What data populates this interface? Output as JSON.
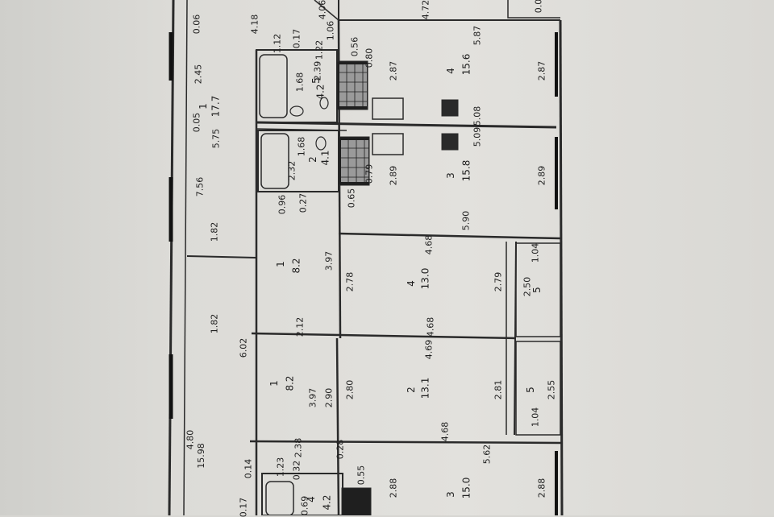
{
  "plan": {
    "dims": {
      "d_406": "4.06",
      "d_472": "4.72",
      "d_418": "4.18",
      "d_006a": "0.06",
      "d_106": "1.06",
      "d_587": "5.87",
      "d_112": "1.12",
      "d_017": "0.17",
      "d_122": "1.22",
      "d_056": "0.56",
      "d_080": "0.80",
      "d_287a": "2.87",
      "d_287b": "2.87",
      "d_245": "2.45",
      "d_168a": "1.68",
      "d_239": "2.39",
      "d_508": "5.08",
      "d_005": "0.05",
      "d_575": "5.75",
      "d_509": "5.09",
      "d_079": "0.79",
      "d_289a": "2.89",
      "d_289b": "2.89",
      "d_756": "7.56",
      "d_232": "2.32",
      "d_096": "0.96",
      "d_027": "0.27",
      "d_065": "0.65",
      "d_590": "5.90",
      "d_182a": "1.82",
      "d_468a": "4.68",
      "d_104a": "1.04",
      "d_397": "3.97",
      "d_278": "2.78",
      "d_279": "2.79",
      "d_250": "2.50",
      "d_182b": "1.82",
      "d_212": "2.12",
      "d_468b": "4.68",
      "d_602": "6.02",
      "d_469": "4.69",
      "d_397b": "3.97",
      "d_290": "2.90",
      "d_280": "2.80",
      "d_281": "2.81",
      "d_255": "2.55",
      "d_468c": "4.68",
      "d_104b": "1.04",
      "d_480": "4.80",
      "d_1598": "15.98",
      "d_238": "2.38",
      "d_028": "0.28",
      "d_562": "5.62",
      "d_014": "0.14",
      "d_123": "1.23",
      "d_032": "0.32",
      "d_055": "0.55",
      "d_288a": "2.88",
      "d_288b": "2.88",
      "d_069": "0.69",
      "d_017b": "0.17",
      "d_168b": "1.68"
    },
    "rooms": [
      {
        "num": "1",
        "area": "17.7"
      },
      {
        "num": "5",
        "area": "4.2"
      },
      {
        "num": "4",
        "area": "15.6"
      },
      {
        "num": "2",
        "area": "4.1"
      },
      {
        "num": "3",
        "area": "15.8"
      },
      {
        "num": "1",
        "area": "8.2"
      },
      {
        "num": "4",
        "area": "13.0"
      },
      {
        "num": "5",
        "area": ""
      },
      {
        "num": "1",
        "area": "8.2"
      },
      {
        "num": "2",
        "area": "13.1"
      },
      {
        "num": "5",
        "area": ""
      },
      {
        "num": "3",
        "area": "15.0"
      },
      {
        "num": "4",
        "area": "4.2"
      }
    ]
  }
}
